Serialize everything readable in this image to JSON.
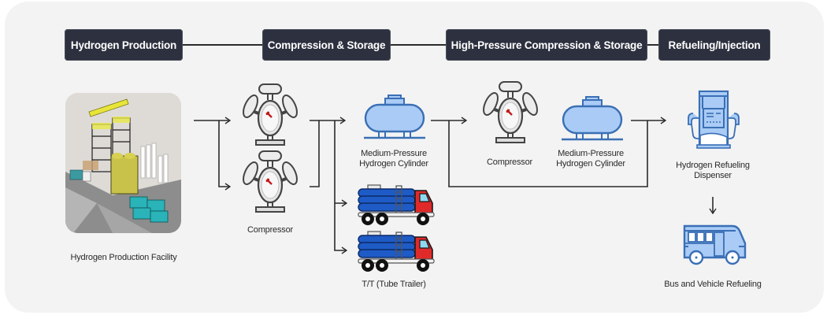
{
  "stages": [
    {
      "id": "production",
      "label": "Hydrogen Production"
    },
    {
      "id": "compression",
      "label": "Compression & Storage"
    },
    {
      "id": "high-pressure",
      "label": "High-Pressure Compression & Storage"
    },
    {
      "id": "refueling",
      "label": "Refueling/Injection"
    }
  ],
  "nodes": {
    "facility": {
      "label": "Hydrogen Production Facility",
      "icon": "hydrogen-plant-image"
    },
    "compressor_stage1": {
      "label": "Compressor",
      "icon": "compressor-icon",
      "count": 2
    },
    "medium_cylinder_1": {
      "label_line1": "Medium-Pressure",
      "label_line2": "Hydrogen Cylinder",
      "icon": "hydrogen-tank-icon"
    },
    "tube_trailer": {
      "label": "T/T (Tube Trailer)",
      "icon": "tube-trailer-truck-icon",
      "count": 2
    },
    "compressor_stage2": {
      "label": "Compressor",
      "icon": "compressor-icon"
    },
    "medium_cylinder_2": {
      "label_line1": "Medium-Pressure",
      "label_line2": "Hydrogen Cylinder",
      "icon": "hydrogen-tank-icon"
    },
    "dispenser": {
      "label_line1": "Hydrogen Refueling",
      "label_line2": "Dispenser",
      "icon": "fuel-dispenser-icon"
    },
    "bus": {
      "label": "Bus and Vehicle Refueling",
      "icon": "bus-icon"
    }
  },
  "colors": {
    "panel": "#f3f3f3",
    "pill": "#2d313f",
    "line": "#2b2b2b",
    "icon_blue_fill": "#a9cbf5",
    "icon_blue_stroke": "#3a6fb5",
    "truck_red": "#e02a2a",
    "tube_blue": "#1e5bc6"
  }
}
